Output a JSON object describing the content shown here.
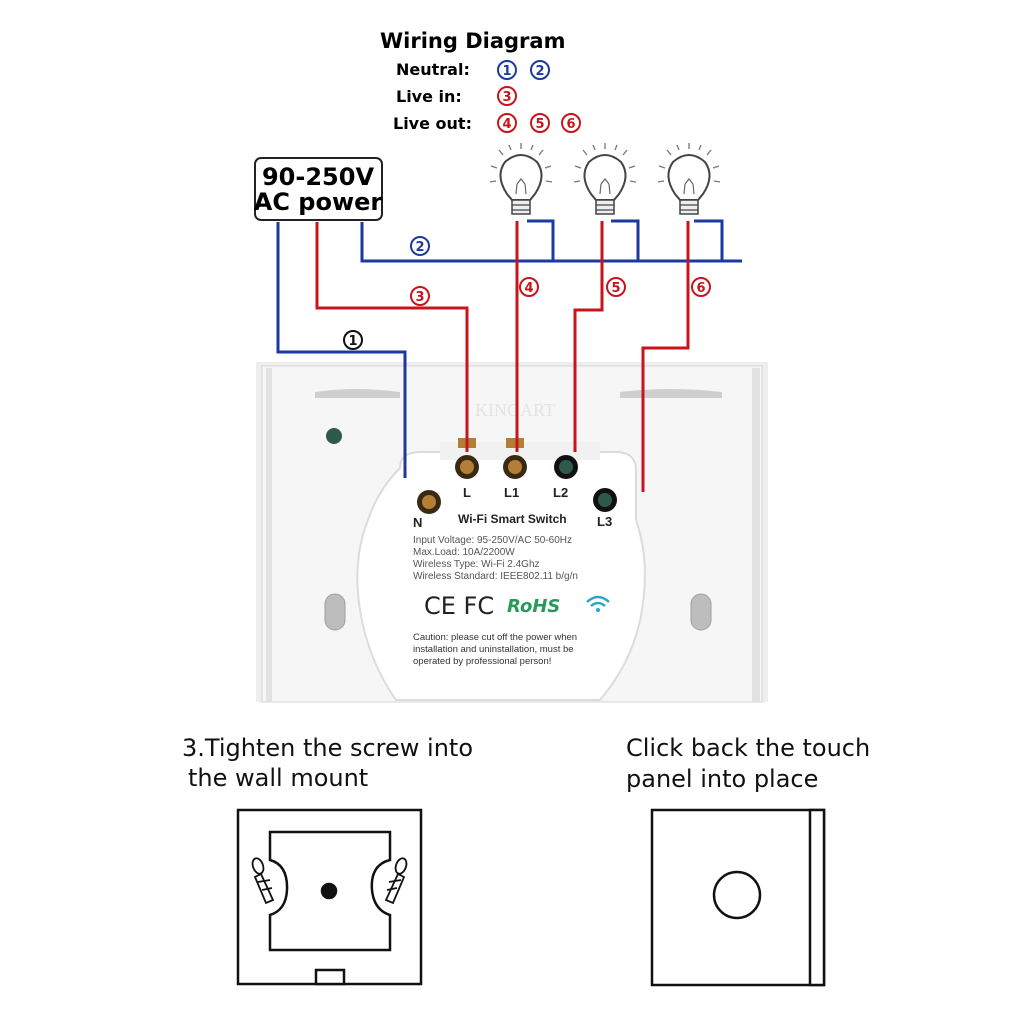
{
  "header": {
    "title": "Wiring Diagram",
    "neutral_label": "Neutral:",
    "live_in_label": "Live in:",
    "live_out_label": "Live out:"
  },
  "legend_numbers": {
    "neutral": [
      "1",
      "2"
    ],
    "live_in": [
      "3"
    ],
    "live_out": [
      "4",
      "5",
      "6"
    ]
  },
  "power_box": {
    "line1": "90-250V",
    "line2": "AC power"
  },
  "wire_markers": [
    "1",
    "2",
    "3",
    "4",
    "5",
    "6"
  ],
  "terminals": {
    "n": "N",
    "l": "L",
    "l1": "L1",
    "l2": "L2",
    "l3": "L3"
  },
  "module": {
    "title": "Wi-Fi Smart Switch",
    "specs": [
      "Input Voltage: 95-250V/AC 50-60Hz",
      "Max.Load: 10A/2200W",
      "Wireless Type: Wi-Fi 2.4Ghz",
      "Wireless Standard: IEEE802.11 b/g/n"
    ],
    "cert_marks": "CE FC",
    "rohs": "RoHS",
    "caution": [
      "Caution: please cut off the power when",
      "installation and uninstallation, must be",
      "operated by professional person!"
    ],
    "brand_watermark": "KINGART"
  },
  "steps": [
    {
      "line1": "3.Tighten the screw into",
      "line2": "the wall mount"
    },
    {
      "line1": "Click back the touch",
      "line2": "panel into place"
    }
  ],
  "colors": {
    "neutral_wire": "#1b3aa0",
    "live_wire": "#c8151b",
    "rohs_green": "#2a9a5b",
    "panel": "#f2f2f2"
  }
}
